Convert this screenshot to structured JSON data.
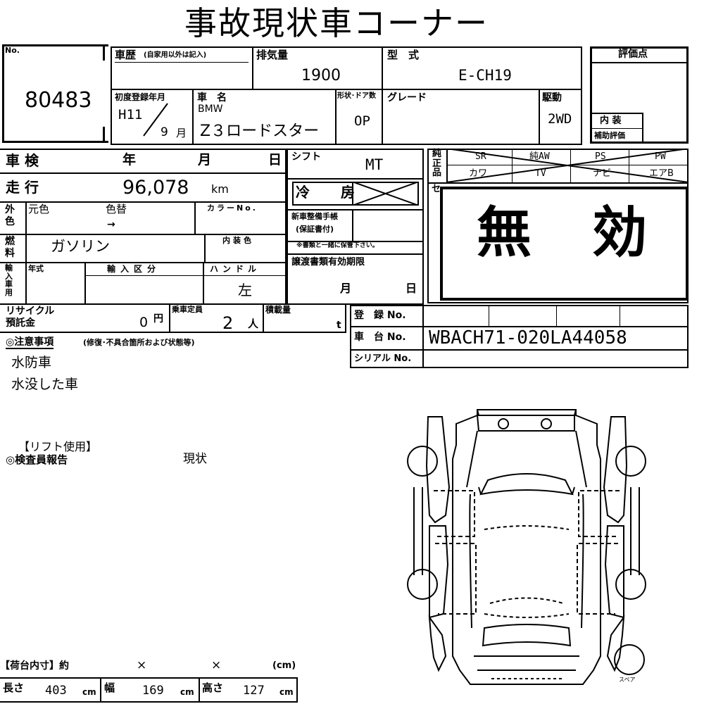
{
  "header": {
    "title": "事故現状車コーナー"
  },
  "lot": {
    "label": "No.",
    "number": "80483"
  },
  "history": {
    "label": "車歴",
    "note": "(自家用以外は記入)"
  },
  "displacement": {
    "label": "排気量",
    "value": "1900"
  },
  "model": {
    "label": "型　式",
    "value": "E-CH19"
  },
  "score": {
    "label": "評価点",
    "interior_label": "内 装",
    "aux_label": "補助評価"
  },
  "first_reg": {
    "label": "初度登録年月",
    "era_year": "H11",
    "month": "9",
    "month_unit": "月"
  },
  "car_name": {
    "label": "車　名",
    "maker": "BMW",
    "name": "Z３ロードスター"
  },
  "body": {
    "label": "形状･ドア数",
    "value": "OP"
  },
  "grade": {
    "label": "グレード"
  },
  "drive": {
    "label": "駆動",
    "value": "2WD"
  },
  "inspection": {
    "label": "車 検",
    "year": "年",
    "month": "月",
    "day": "日"
  },
  "shift": {
    "label": "シフト",
    "value": "MT"
  },
  "equipment": {
    "label": "純正品",
    "row1": [
      "SR",
      "純AW",
      "PS",
      "PW"
    ],
    "row2": [
      "カワ",
      "TV",
      "ナビ",
      "エアB"
    ],
    "side_label": "セ"
  },
  "mileage": {
    "label": "走 行",
    "value": "96,078",
    "unit": "km"
  },
  "aircon": {
    "label": "冷　房"
  },
  "exterior": {
    "label": "外色",
    "original_label": "元色",
    "repaint_label": "色替",
    "arrow": "→",
    "color_no_label": "カラーNo."
  },
  "warranty": {
    "label": "新車整備手帳",
    "sub": "(保証書付)"
  },
  "stamp": {
    "text": "無　効"
  },
  "fuel": {
    "label": "燃料",
    "value": "ガソリン",
    "interior_color_label": "内装色"
  },
  "docs_note": {
    "text": "※書類と一緒に保管下さい。"
  },
  "import": {
    "label": "輸入車用",
    "year_label": "年式",
    "type_label": "輸入区分",
    "handle_label": "ハンドル",
    "handle_value": "左"
  },
  "transfer": {
    "label": "譲渡書類有効期限",
    "month": "月",
    "day": "日"
  },
  "recycle": {
    "label1": "リサイクル",
    "label2": "預託金",
    "value": "0",
    "unit": "円"
  },
  "capacity": {
    "label": "乗車定員",
    "value": "2",
    "unit": "人"
  },
  "load": {
    "label": "積載量",
    "unit": "t"
  },
  "registration": {
    "reg_label": "登　録 No.",
    "chassis_label": "車　台 No.",
    "chassis_value": "WBACH71-020LA44058",
    "serial_label": "シリアル No."
  },
  "notes": {
    "heading": "◎注意事項",
    "sub": "(修復･不具合箇所および状態等)",
    "lines": [
      "水防車",
      "水没した車"
    ]
  },
  "inspector": {
    "lift": "【リフト使用】",
    "heading": "◎検査員報告",
    "value": "現状"
  },
  "cargo": {
    "heading": "【荷台内寸】約",
    "x1": "×",
    "x2": "×",
    "unit_cm": "(cm)",
    "length_label": "長さ",
    "length": "403",
    "width_label": "幅",
    "width": "169",
    "height_label": "高さ",
    "height": "127",
    "cm": "cm"
  },
  "diagram": {
    "spare_label": "スペア"
  }
}
